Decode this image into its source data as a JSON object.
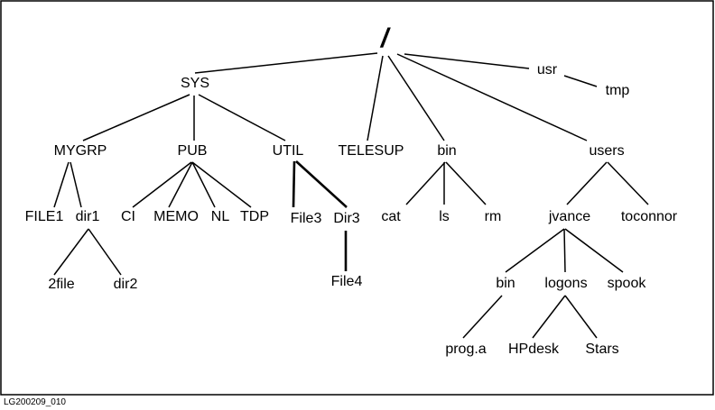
{
  "diagram": {
    "type": "tree",
    "root": "/",
    "nodes": [
      {
        "id": "root",
        "label": "/"
      },
      {
        "id": "sys",
        "label": "SYS"
      },
      {
        "id": "usr",
        "label": "usr"
      },
      {
        "id": "tmp",
        "label": "tmp"
      },
      {
        "id": "mygrp",
        "label": "MYGRP"
      },
      {
        "id": "pub",
        "label": "PUB"
      },
      {
        "id": "util",
        "label": "UTIL"
      },
      {
        "id": "telesup",
        "label": "TELESUP"
      },
      {
        "id": "bin1",
        "label": "bin"
      },
      {
        "id": "users",
        "label": "users"
      },
      {
        "id": "file1",
        "label": "FILE1"
      },
      {
        "id": "dir1",
        "label": "dir1"
      },
      {
        "id": "ci",
        "label": "CI"
      },
      {
        "id": "memo",
        "label": "MEMO"
      },
      {
        "id": "nl",
        "label": "NL"
      },
      {
        "id": "tdp",
        "label": "TDP"
      },
      {
        "id": "file3",
        "label": "File3"
      },
      {
        "id": "dir3",
        "label": "Dir3"
      },
      {
        "id": "cat",
        "label": "cat"
      },
      {
        "id": "ls",
        "label": "ls"
      },
      {
        "id": "rm",
        "label": "rm"
      },
      {
        "id": "jvance",
        "label": "jvance"
      },
      {
        "id": "toconnor",
        "label": "toconnor"
      },
      {
        "id": "file2",
        "label": "2file"
      },
      {
        "id": "dir2",
        "label": "dir2"
      },
      {
        "id": "file4",
        "label": "File4"
      },
      {
        "id": "bin2",
        "label": "bin"
      },
      {
        "id": "logons",
        "label": "logons"
      },
      {
        "id": "spook",
        "label": "spook"
      },
      {
        "id": "proga",
        "label": "prog.a"
      },
      {
        "id": "hpdesk",
        "label": "HPdesk"
      },
      {
        "id": "stars",
        "label": "Stars"
      }
    ],
    "edges": [
      [
        "root",
        "sys"
      ],
      [
        "root",
        "telesup"
      ],
      [
        "root",
        "bin1"
      ],
      [
        "root",
        "users"
      ],
      [
        "root",
        "usr"
      ],
      [
        "usr",
        "tmp"
      ],
      [
        "sys",
        "mygrp"
      ],
      [
        "sys",
        "pub"
      ],
      [
        "sys",
        "util"
      ],
      [
        "mygrp",
        "file1"
      ],
      [
        "mygrp",
        "dir1"
      ],
      [
        "dir1",
        "file2"
      ],
      [
        "dir1",
        "dir2"
      ],
      [
        "pub",
        "ci"
      ],
      [
        "pub",
        "memo"
      ],
      [
        "pub",
        "nl"
      ],
      [
        "pub",
        "tdp"
      ],
      [
        "util",
        "file3"
      ],
      [
        "util",
        "dir3"
      ],
      [
        "dir3",
        "file4"
      ],
      [
        "bin1",
        "cat"
      ],
      [
        "bin1",
        "ls"
      ],
      [
        "bin1",
        "rm"
      ],
      [
        "users",
        "jvance"
      ],
      [
        "users",
        "toconnor"
      ],
      [
        "jvance",
        "bin2"
      ],
      [
        "jvance",
        "logons"
      ],
      [
        "jvance",
        "spook"
      ],
      [
        "bin2",
        "proga"
      ],
      [
        "logons",
        "hpdesk"
      ],
      [
        "logons",
        "stars"
      ]
    ]
  },
  "caption": "LG200209_010"
}
